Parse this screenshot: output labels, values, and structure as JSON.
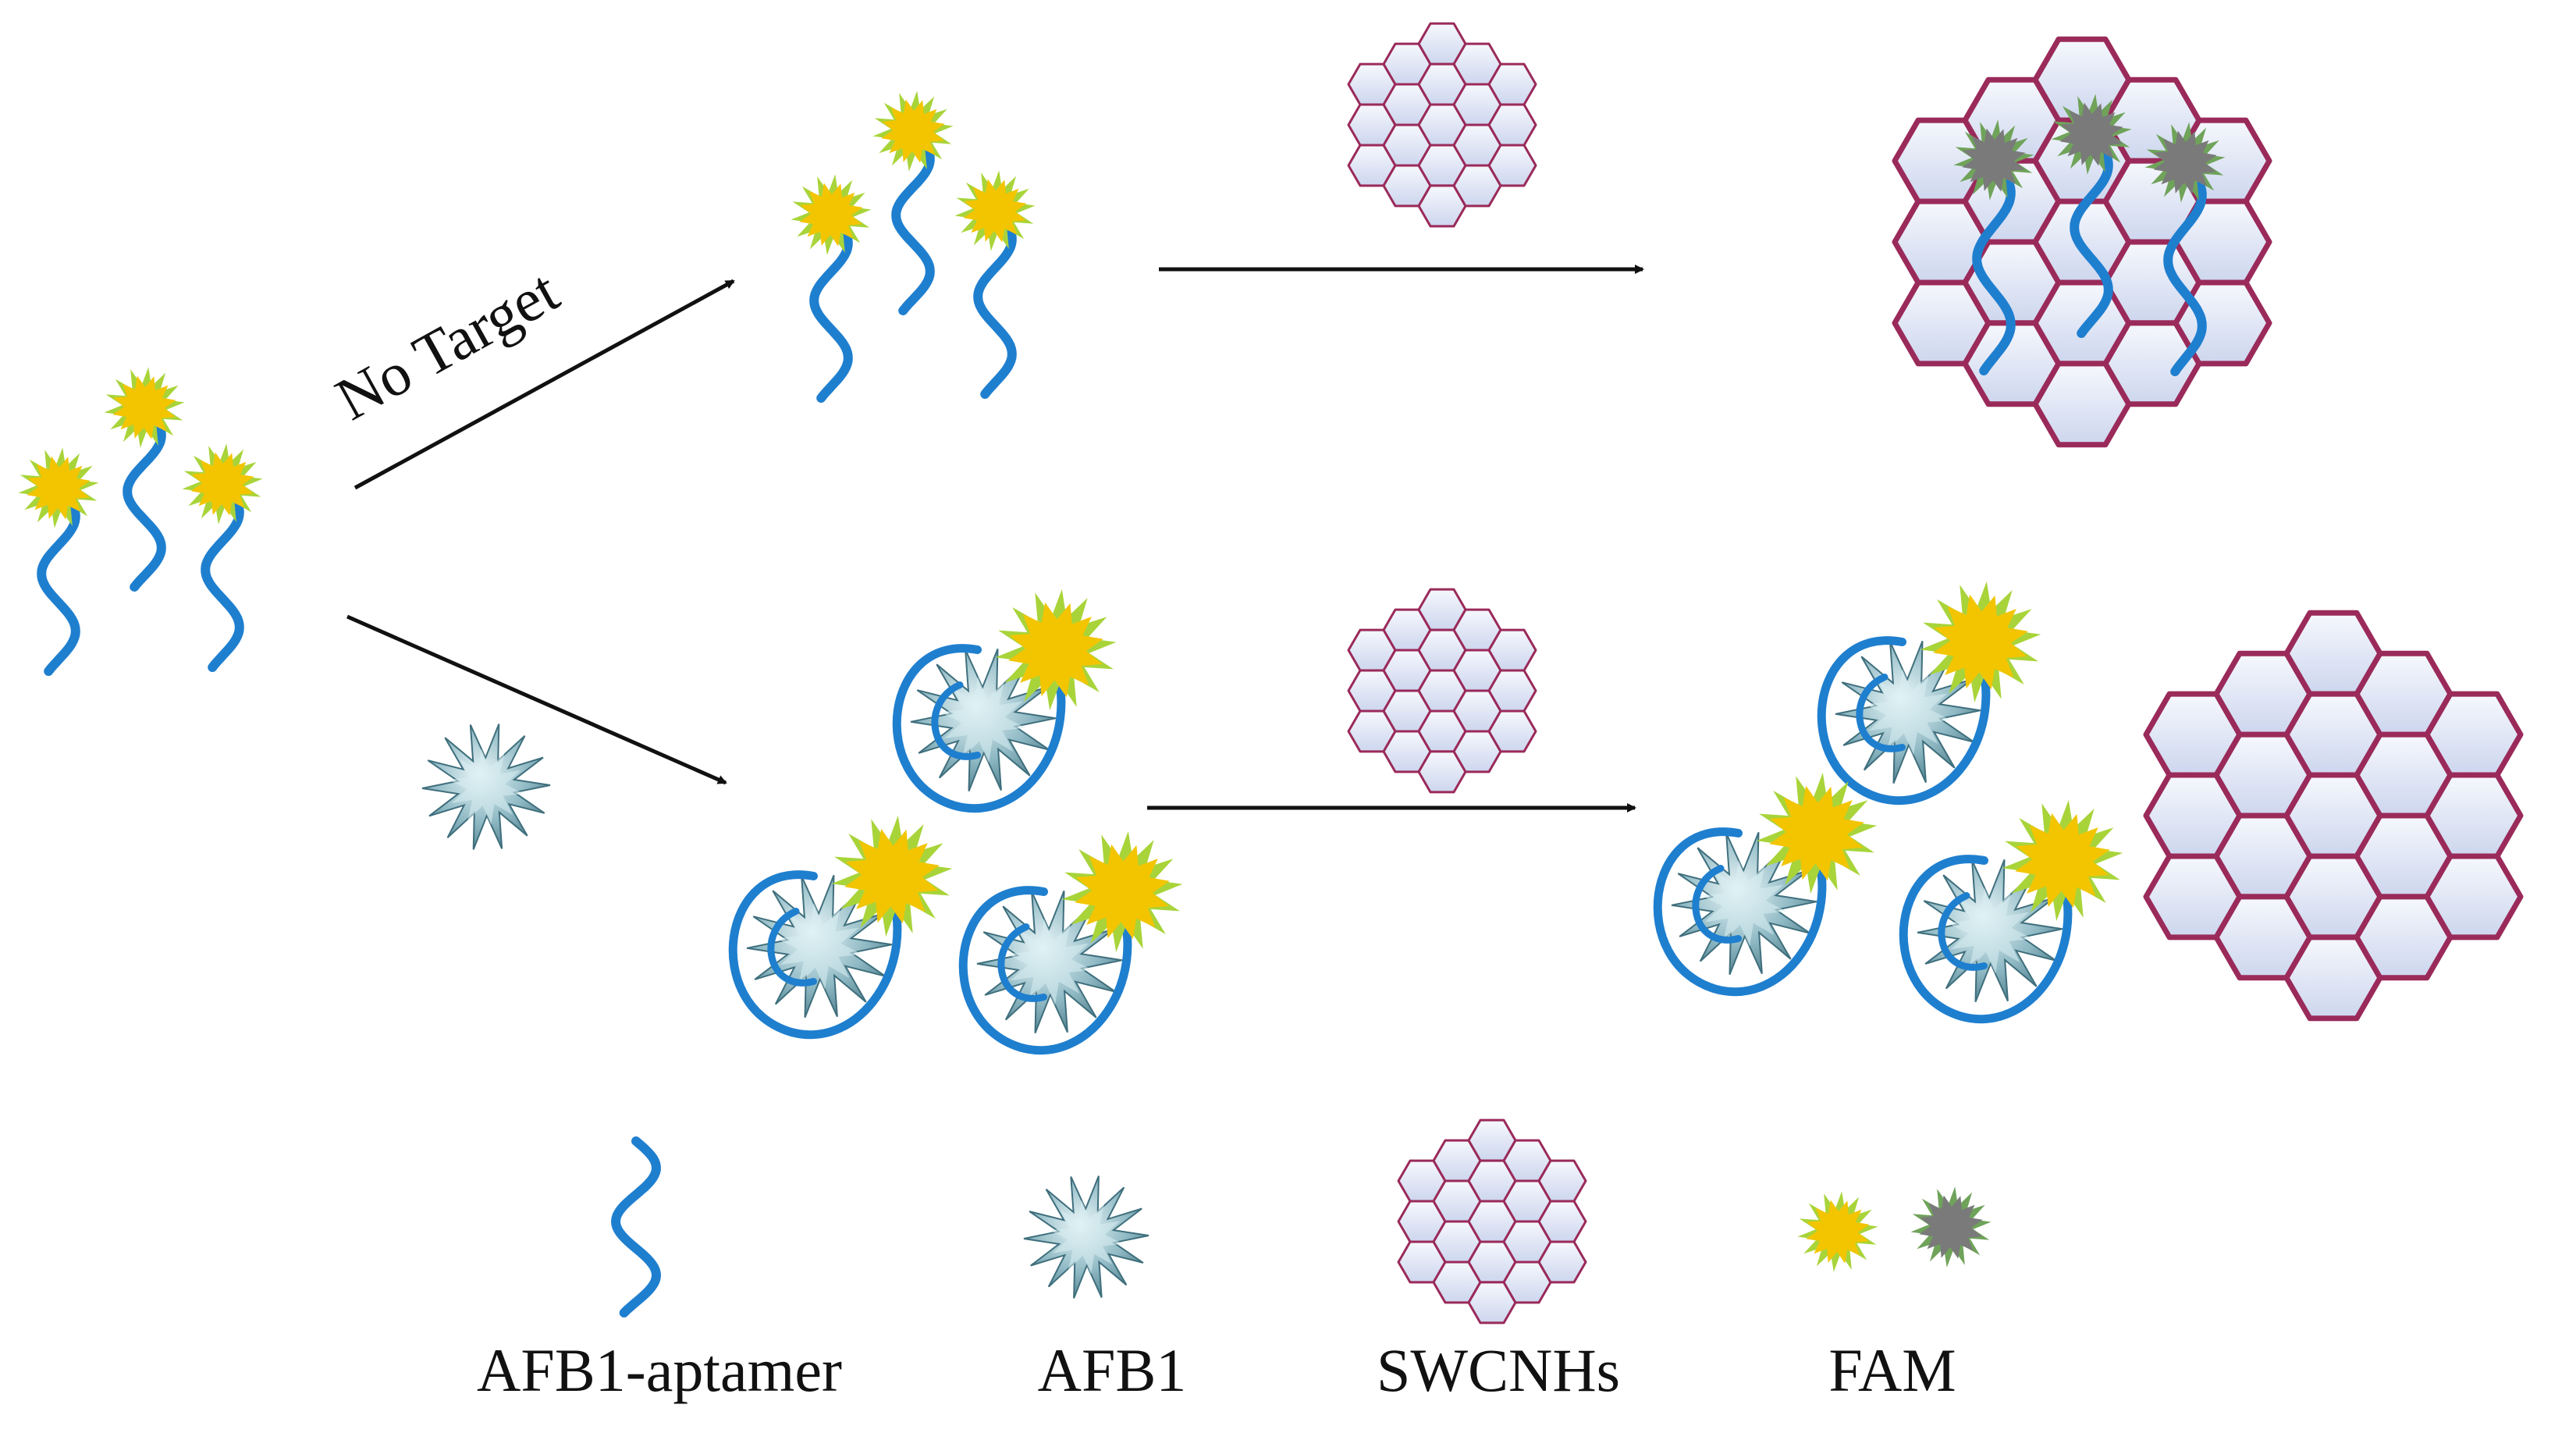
{
  "labels": {
    "no_target": "No Target"
  },
  "legend": [
    {
      "id": "aptamer",
      "label": "AFB1-aptamer"
    },
    {
      "id": "afb1",
      "label": "AFB1"
    },
    {
      "id": "swcnh",
      "label": "SWCNHs"
    },
    {
      "id": "fam",
      "label": "FAM"
    }
  ],
  "colors": {
    "aptamer": "#1f7fcf",
    "fam_bright": "#f2c500",
    "fam_halo": "#a8d43a",
    "fam_quenched": "#7a7a7a",
    "fam_quenched_halo": "#6fa35a",
    "hex_stroke": "#9a2a5a",
    "hex_fill_top": "#f6f8fd",
    "hex_fill_bottom": "#cdd6ee",
    "afb1_light": "#d9eef3",
    "afb1_dark": "#3f6f7d",
    "arrow": "#111111"
  }
}
